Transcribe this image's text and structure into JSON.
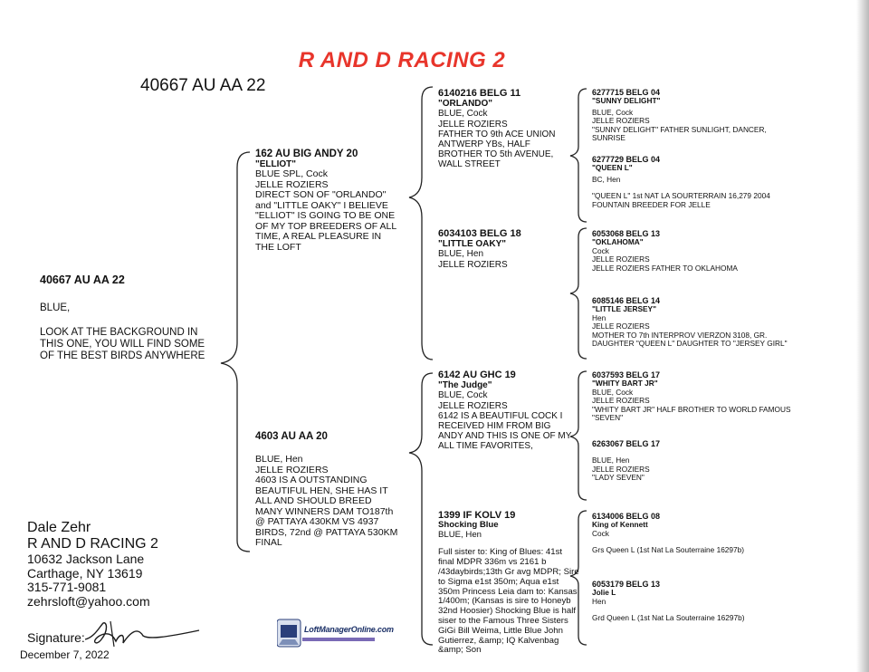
{
  "title": "R AND D RACING 2",
  "top_id": "40667 AU AA 22",
  "subject": {
    "ring": "40667 AU AA 22",
    "color": "BLUE,",
    "notes": "LOOK AT THE BACKGROUND IN THIS ONE, YOU WILL FIND SOME OF THE BEST BIRDS ANYWHERE"
  },
  "sire": {
    "ring": "162 AU BIG ANDY 20",
    "name": "\"ELLIOT\"",
    "color": "BLUE SPL, Cock",
    "breeder": "JELLE ROZIERS",
    "notes": "DIRECT SON OF \"ORLANDO\" and \"LITTLE OAKY\" I BELIEVE \"ELLIOT\" IS GOING TO BE ONE OF MY TOP BREEDERS OF ALL TIME, A REAL PLEASURE IN THE LOFT"
  },
  "dam": {
    "ring": "4603 AU AA 20",
    "color": "BLUE, Hen",
    "breeder": "JELLE ROZIERS",
    "notes": "4603 IS A OUTSTANDING BEAUTIFUL HEN, SHE HAS IT ALL AND SHOULD BREED MANY WINNERS DAM TO187th @ PATTAYA 430KM VS 4937 BIRDS, 72nd @ PATTAYA 530KM FINAL"
  },
  "ss": {
    "ring": "6140216 BELG 11",
    "name": "\"ORLANDO\"",
    "color": "BLUE, Cock",
    "breeder": "JELLE ROZIERS",
    "notes": "FATHER TO 9th ACE UNION ANTWERP YBs, HALF BROTHER TO 5th AVENUE, WALL STREET"
  },
  "sd": {
    "ring": "6034103 BELG 18",
    "name": "\"LITTLE OAKY\"",
    "color": "BLUE, Hen",
    "breeder": "JELLE ROZIERS"
  },
  "ds": {
    "ring": "6142 AU GHC 19",
    "name": "\"The Judge\"",
    "color": "BLUE, Cock",
    "breeder": "JELLE ROZIERS",
    "notes": "6142 IS A BEAUTIFUL COCK I RECEIVED HIM FROM BIG ANDY AND THIS IS ONE OF MY ALL TIME FAVORITES,"
  },
  "dd": {
    "ring": "1399 IF KOLV 19",
    "name": "Shocking Blue",
    "color": "BLUE, Hen",
    "notes": "Full sister to: King of Blues: 41st final MDPR 336m vs 2161 b /43daybirds;13th Gr avg MDPR; Sire to Sigma e1st 350m; Aqua e1st 350m Princess Leia dam to: Kansas 1/400m; (Kansas is sire to Honeyb 32nd Hoosier) Shocking Blue is half siser to the Famous Three Sisters GiGi Bill Weima, Little Blue John Gutierrez, &amp; IQ Kalvenbag &amp; Son"
  },
  "sss": {
    "ring": "6277715 BELG 04",
    "name": "\"SUNNY DELIGHT\"",
    "color": "BLUE, Cock",
    "breeder": "JELLE ROZIERS",
    "notes": "\"SUNNY DELIGHT\" FATHER SUNLIGHT, DANCER, SUNRISE"
  },
  "ssd": {
    "ring": "6277729 BELG 04",
    "name": "\"QUEEN L\"",
    "color": "BC, Hen",
    "notes": "\"QUEEN L\" 1st NAT LA SOURTERRAIN 16,279 2004 FOUNTAIN BREEDER FOR JELLE"
  },
  "sds": {
    "ring": "6053068 BELG 13",
    "name": "\"OKLAHOMA\"",
    "color": "Cock",
    "breeder": "JELLE ROZIERS",
    "notes": "JELLE ROZIERS FATHER TO OKLAHOMA"
  },
  "sdd": {
    "ring": "6085146 BELG 14",
    "name": "\"LITTLE JERSEY\"",
    "color": "Hen",
    "breeder": "JELLE ROZIERS",
    "notes": "MOTHER TO 7th INTERPROV VIERZON 3108, GR. DAUGHTER \"QUEEN L\" DAUGHTER TO \"JERSEY GIRL\""
  },
  "dss": {
    "ring": "6037593 BELG 17",
    "name": "\"WHITY BART JR\"",
    "color": "BLUE, Cock",
    "breeder": "JELLE ROZIERS",
    "notes": "\"WHITY BART JR\" HALF BROTHER TO WORLD FAMOUS \"SEVEN\""
  },
  "dsd": {
    "ring": "6263067 BELG 17",
    "color": "BLUE, Hen",
    "breeder": "JELLE ROZIERS",
    "notes": "\"LADY SEVEN\""
  },
  "dds": {
    "ring": "6134006 BELG 08",
    "name": "King of Kennett",
    "color": "Cock",
    "notes": "Grs Queen L (1st Nat La Souterraine 16297b)"
  },
  "ddd": {
    "ring": "6053179 BELG 13",
    "name": "Jolie L",
    "color": "Hen",
    "notes": "Grd Queen L (1st Nat La Souterraine 16297b)"
  },
  "owner": {
    "name": "Dale Zehr",
    "loft": "R AND D RACING 2",
    "street": "10632 Jackson Lane",
    "city": "Carthage, NY 13619",
    "phone": "315-771-9081",
    "email": "zehrsloft@yahoo.com"
  },
  "signature_label": "Signature:",
  "date": "December  7, 2022",
  "logo_text": "LoftManagerOnline.com"
}
